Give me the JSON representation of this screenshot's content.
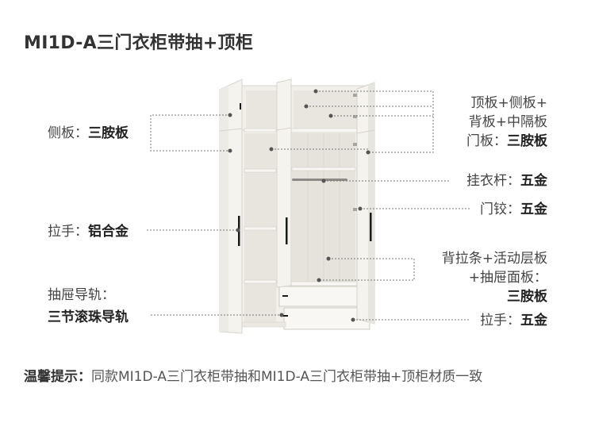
{
  "title": "MI1D-A三门衣柜带抽+顶柜",
  "labels": {
    "side_panel": {
      "prefix": "侧板：",
      "value": "三胺板"
    },
    "handle_left": {
      "prefix": "拉手：",
      "value": "铝合金"
    },
    "drawer_rail_line1": "抽屉导轨：",
    "drawer_rail_line2": "三节滚珠导轨",
    "panels_line1": "顶板+侧板+",
    "panels_line2": "背板+中隔板",
    "door_panel": {
      "prefix": "门板：",
      "value": "三胺板"
    },
    "hanging_rod": {
      "prefix": "挂衣杆：",
      "value": "五金"
    },
    "hinge": {
      "prefix": "门铰：",
      "value": "五金"
    },
    "back_strip_line1": "背拉条+活动层板",
    "back_strip_line2": "+抽屉面板：",
    "back_strip_value": "三胺板",
    "handle_right": {
      "prefix": "拉手：",
      "value": "五金"
    }
  },
  "note": {
    "label": "温馨提示：",
    "text": "同款MI1D-A三门衣柜带抽和MI1D-A三门衣柜带抽+顶柜材质一致"
  },
  "colors": {
    "cabinet": "#f4f2ed",
    "cabinet_edge": "#d9d6cf",
    "interior": "#ebe8e1",
    "dash": "#777777",
    "handle": "#1a1a1a"
  }
}
